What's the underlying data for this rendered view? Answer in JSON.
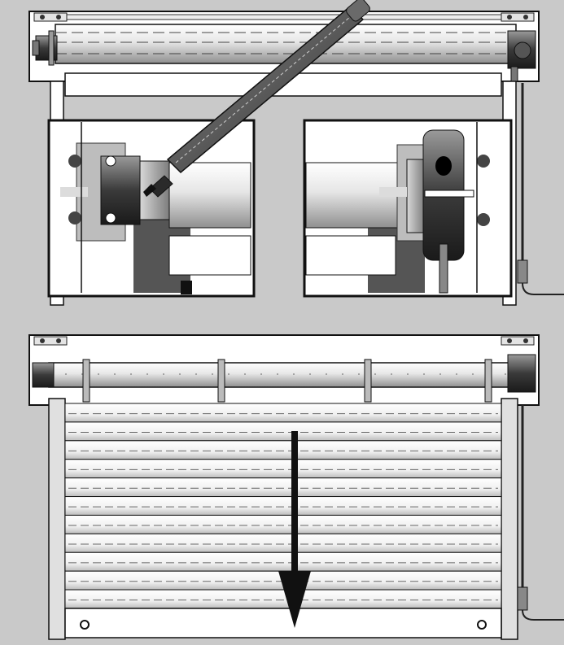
{
  "figure": {
    "colors": {
      "background": "#c9c9c9",
      "frame": "#ffffff",
      "outline": "#111111",
      "motor_dark": "#444444",
      "metal_mid": "#8a8a8a",
      "metal_light": "#bdbdbd",
      "shadow": "#555555"
    },
    "panels": [
      {
        "id": "top-assembly",
        "icons": [
          "roller-tube-icon",
          "tubular-motor-icon",
          "end-bracket-icon",
          "crank-rod-icon"
        ],
        "details": [
          {
            "id": "detail-left-motor-head",
            "icons": [
              "motor-head-icon",
              "adjustment-screwdriver-icon"
            ]
          },
          {
            "id": "detail-right-end-cap",
            "icons": [
              "end-cap-pulley-icon"
            ]
          }
        ]
      },
      {
        "id": "bottom-assembly",
        "icons": [
          "roller-tube-icon",
          "shutter-slats-icon",
          "down-arrow-icon"
        ],
        "slat_count": 11
      }
    ]
  }
}
